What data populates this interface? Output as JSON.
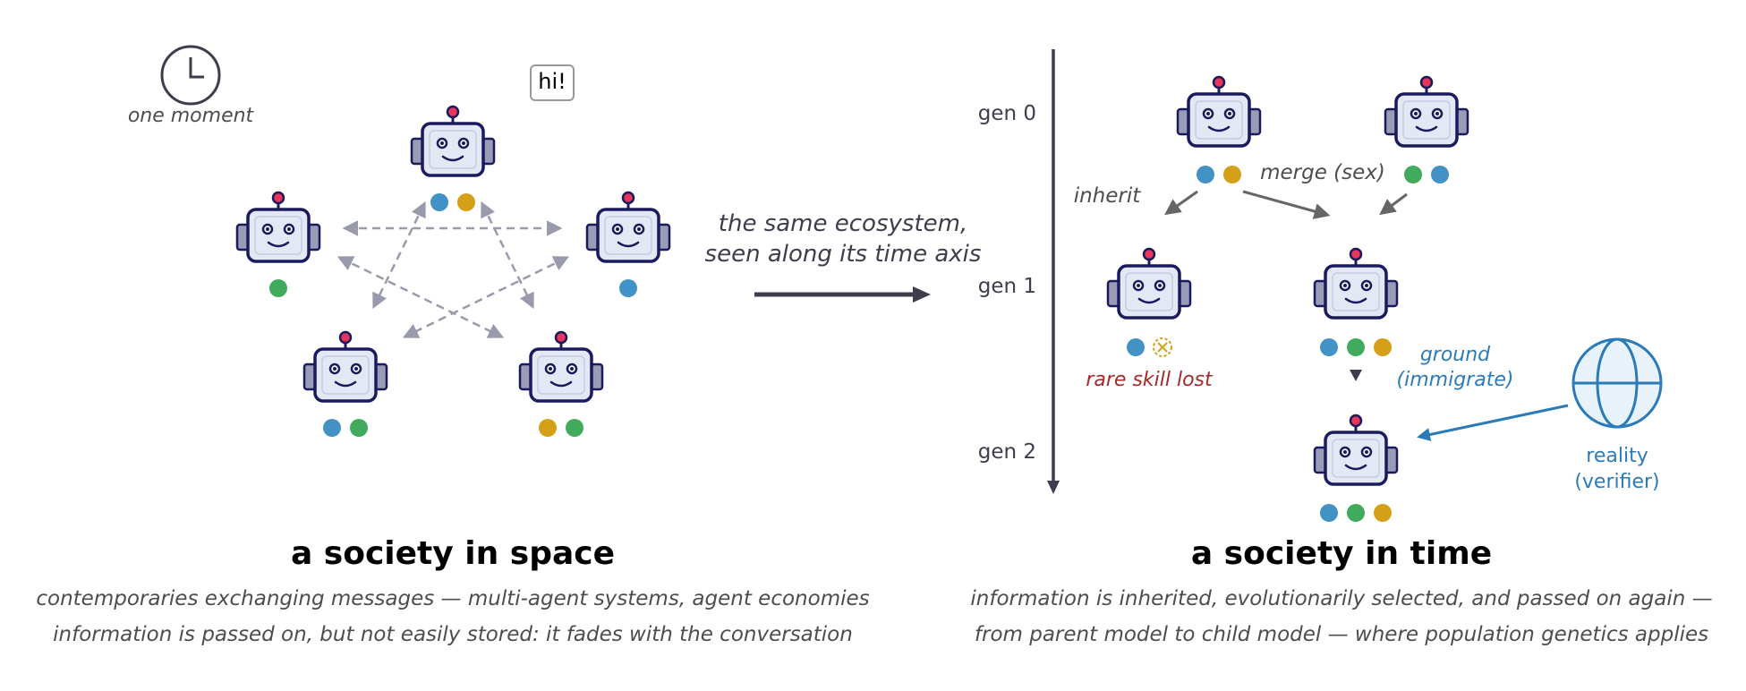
{
  "colors": {
    "robot_outline": "#1a1a5e",
    "robot_face": "#e4e8f5",
    "robot_ear": "#9a9bb5",
    "antenna": "#e8355b",
    "blue": "#4292c6",
    "green": "#41ab5d",
    "gold": "#d4a017",
    "dashed_arrow": "#9a9aad",
    "dark_arrow": "#3d3d4d",
    "gray_arrow": "#666666",
    "rare_red": "#a52a2a",
    "reality_blue": "#2b7bb9"
  },
  "left": {
    "clock_caption": "one moment",
    "speech_bubble": "hi!",
    "title": "a society in space",
    "subtitle_1": "contemporaries exchanging messages — multi-agent systems, agent economies",
    "subtitle_2": "information is passed on, but not easily stored: it fades with the conversation"
  },
  "middle": {
    "caption_1": "the same ecosystem,",
    "caption_2": "seen along its time axis"
  },
  "right": {
    "gen_0": "gen 0",
    "gen_1": "gen 1",
    "gen_2": "gen 2",
    "inherit": "inherit",
    "merge": "merge (sex)",
    "rare_lost": "rare skill lost",
    "ground_1": "ground",
    "ground_2": "(immigrate)",
    "reality_1": "reality",
    "reality_2": "(verifier)",
    "title": "a society in time",
    "subtitle_1": "information is inherited, evolutionarily selected, and passed on again —",
    "subtitle_2": "from parent model to child model — where population genetics applies"
  }
}
